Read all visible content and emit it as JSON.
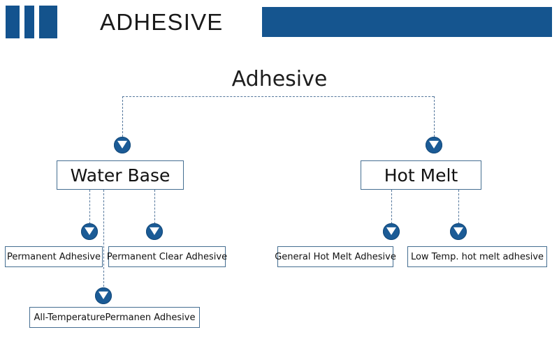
{
  "header": {
    "title": "ADHESIVE",
    "accent_color": "#15558f",
    "bars": [
      {
        "name": "logo-bar-1"
      },
      {
        "name": "logo-bar-2"
      },
      {
        "name": "logo-bar-3"
      }
    ],
    "banner": {
      "name": "header-banner"
    }
  },
  "diagram": {
    "type": "tree",
    "root": {
      "label": "Adhesive"
    },
    "line_color": "#54779c",
    "box_border_color": "#456e91",
    "marker_color": "#1b5b96",
    "branches": [
      {
        "label": "Water Base",
        "children": [
          {
            "label": "Permanent Adhesive"
          },
          {
            "label": "All-TemperaturePermanen Adhesive"
          },
          {
            "label": "Permanent Clear Adhesive"
          }
        ]
      },
      {
        "label": "Hot Melt",
        "children": [
          {
            "label": "General Hot Melt Adhesive"
          },
          {
            "label": "Low Temp. hot melt adhesive"
          }
        ]
      }
    ]
  }
}
